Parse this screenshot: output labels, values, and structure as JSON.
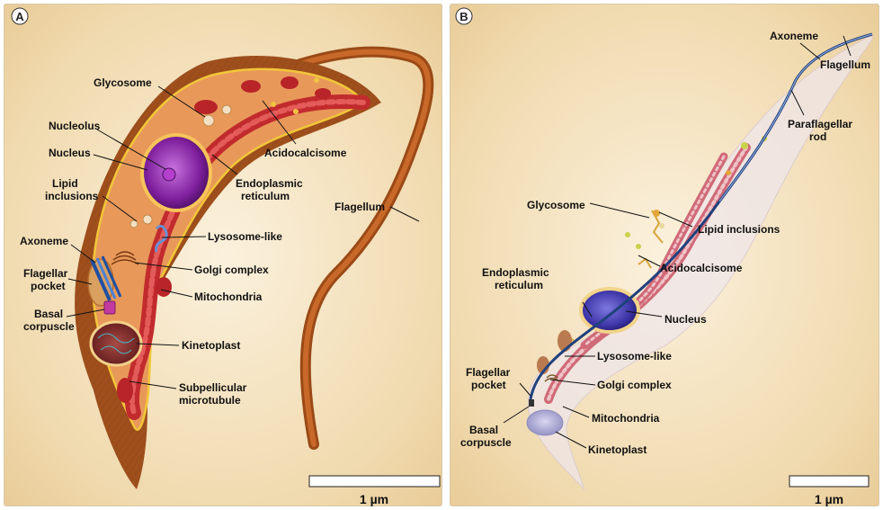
{
  "panel_a": {
    "letter": "A",
    "scale": "1 µm",
    "labels": {
      "glycosome": "Glycosome",
      "nucleolus": "Nucleolus",
      "nucleus": "Nucleus",
      "lipid": [
        "Lipid",
        "inclusions"
      ],
      "axoneme": "Axoneme",
      "flagellar_pocket": [
        "Flagellar",
        "pocket"
      ],
      "basal_corpuscle": [
        "Basal",
        "corpuscle"
      ],
      "acidocalcisome": "Acidocalcisome",
      "er": [
        "Endoplasmic",
        "reticulum"
      ],
      "flagellum": "Flagellum",
      "lysosome": "Lysosome-like",
      "golgi": "Golgi complex",
      "mitochondria": "Mitochondria",
      "kinetoplast": "Kinetoplast",
      "subpellicular": [
        "Subpellicular",
        "microtubule"
      ]
    }
  },
  "panel_b": {
    "letter": "B",
    "scale": "1 µm",
    "labels": {
      "axoneme": "Axoneme",
      "flagellum": "Flagellum",
      "paraflagellar": [
        "Paraflagellar",
        "rod"
      ],
      "glycosome": "Glycosome",
      "lipid": "Lipid inclusions",
      "acidocalcisome": "Acidocalcisome",
      "er": [
        "Endoplasmic",
        "reticulum"
      ],
      "nucleus": "Nucleus",
      "lysosome": "Lysosome-like",
      "flagellar_pocket": [
        "Flagellar",
        "pocket"
      ],
      "golgi": "Golgi complex",
      "mitochondria": "Mitochondria",
      "basal_corpuscle": [
        "Basal",
        "corpuscle"
      ],
      "kinetoplast": "Kinetoplast"
    }
  },
  "colors": {
    "background": "#f1dcb5",
    "cell_body": "#e79a53",
    "cell_dark": "#9a4a16",
    "membrane": "#f2c63a",
    "mitochondria": "#c22b2e",
    "nucleus": "#8a2aa8",
    "nucleus_b": "#4740b0",
    "kinetoplast": "#7a2a2c",
    "axoneme": "#2b5fb3"
  }
}
